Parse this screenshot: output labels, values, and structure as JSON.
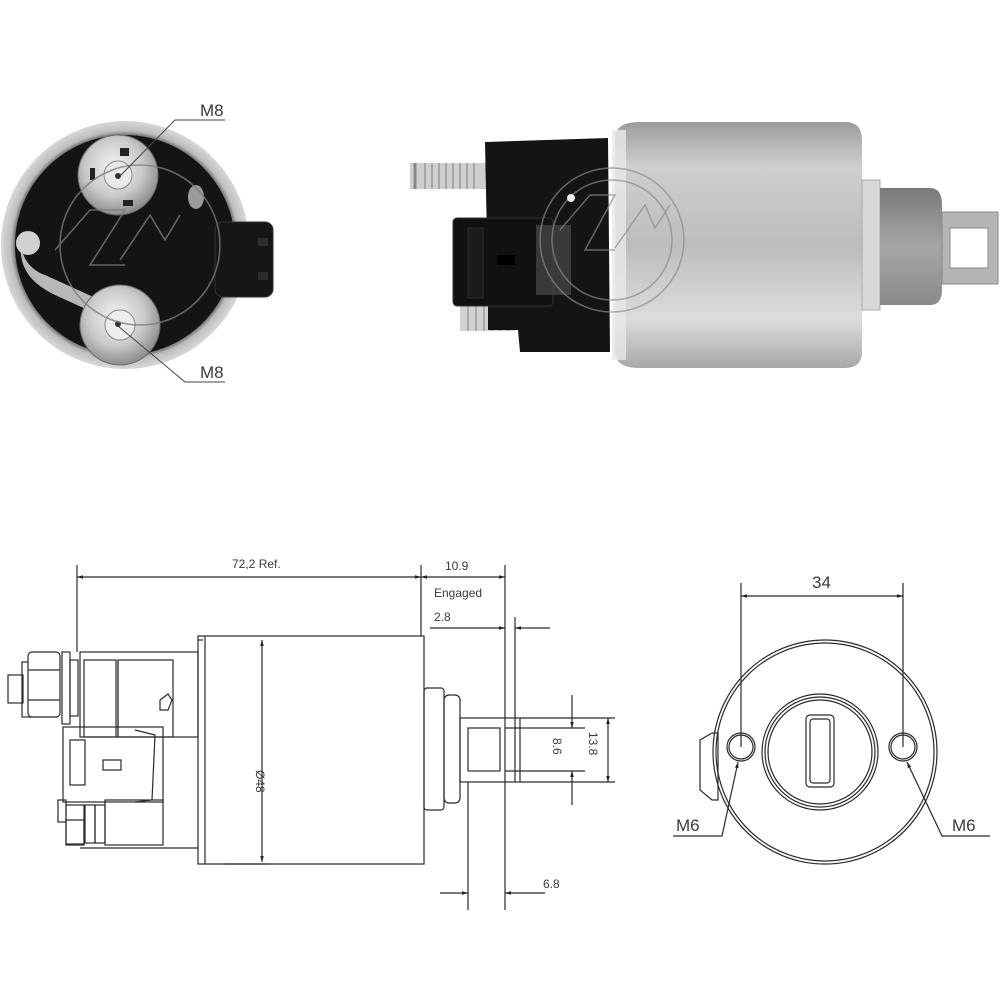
{
  "photos": {
    "end_view": {
      "labels": {
        "top_terminal": "M8",
        "bottom_terminal": "M8"
      }
    },
    "side_view": {}
  },
  "side_drawing": {
    "dimensions": {
      "overall_length": "72,2 Ref.",
      "plunger_travel": "10.9",
      "engaged_label": "Engaged",
      "engaged_offset": "2.8",
      "body_diameter": "Ø48",
      "slot_width": "8.6",
      "tab_width": "13.8",
      "slot_length": "6.8"
    }
  },
  "end_drawing": {
    "dimensions": {
      "hole_spacing": "34",
      "left_hole_thread": "M6",
      "right_hole_thread": "M6"
    }
  },
  "colors": {
    "line": "#2a2a2a",
    "dark_plastic": "#151515",
    "metal": "#c8c8c8",
    "watermark": "#9a9a9a"
  }
}
